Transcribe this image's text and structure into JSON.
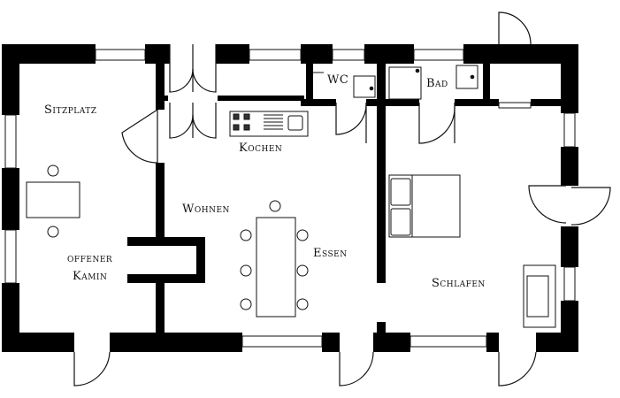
{
  "colors": {
    "wall": "#000000",
    "line": "#111111",
    "background": "#ffffff",
    "window": "#ffffff"
  },
  "rooms": {
    "sitzplatz": "Sitzplatz",
    "wc": "WC",
    "bad": "Bad",
    "kochen": "Kochen",
    "wohnen": "Wohnen",
    "essen": "Essen",
    "schlafen": "Schlafen",
    "offener": "offener",
    "kamin": "Kamin"
  },
  "icons": [
    "door-swing-icon",
    "window-icon",
    "stove-icon",
    "sink-icon",
    "toilet-icon",
    "shower-icon",
    "chair-icon"
  ]
}
